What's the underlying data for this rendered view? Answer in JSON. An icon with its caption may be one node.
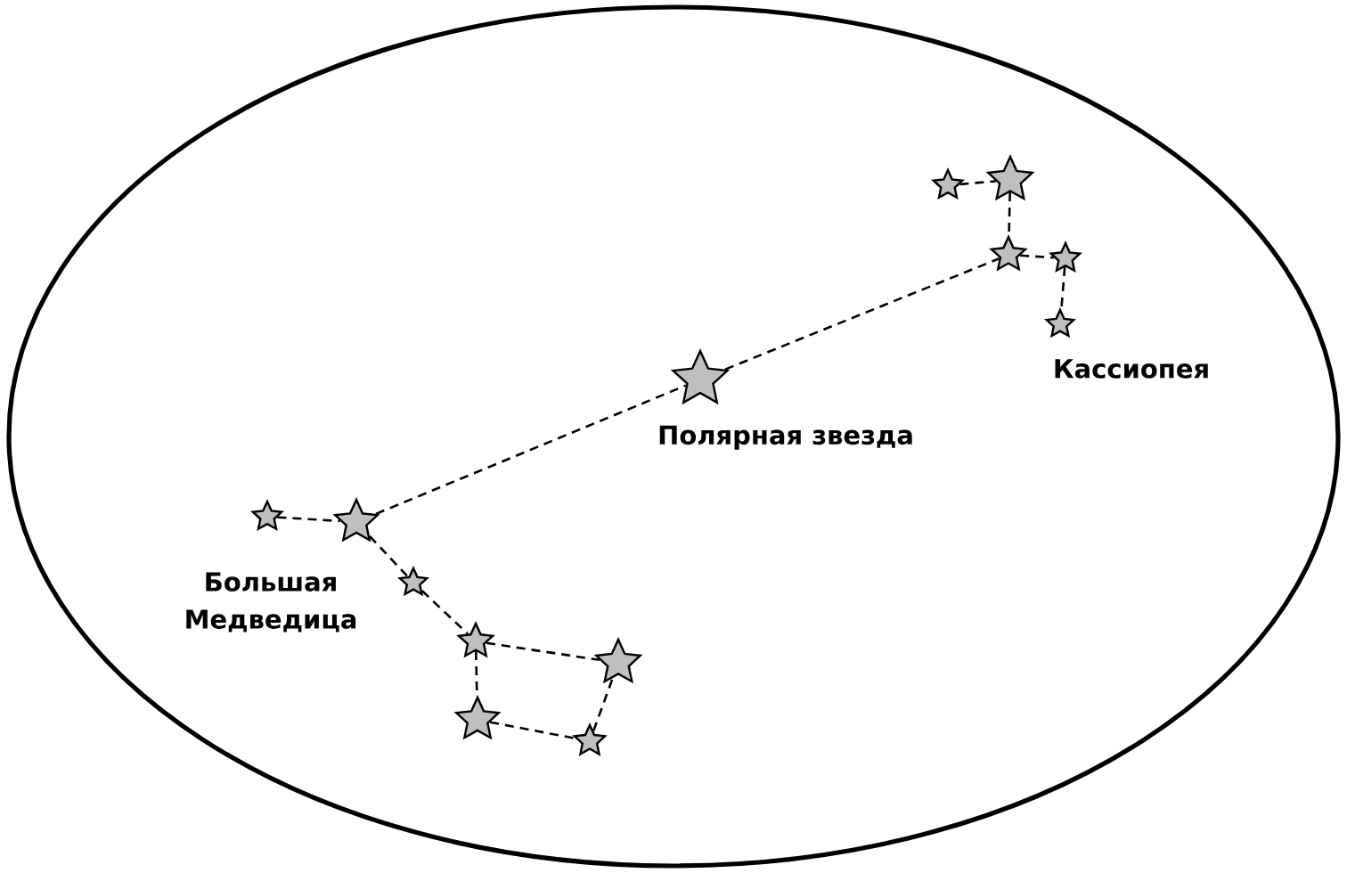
{
  "diagram": {
    "nodes": [
      {
        "text": [],
        "shape": "star"
      },
      {
        "text": [],
        "shape": "star"
      },
      {
        "text": [],
        "shape": "star"
      },
      {
        "text": [],
        "shape": "star"
      },
      {
        "text": [],
        "shape": "star"
      },
      {
        "text": [],
        "shape": "star",
        "beside": [
          "Полярная звезда"
        ]
      },
      {
        "text": [],
        "shape": "star"
      },
      {
        "text": [],
        "shape": "star"
      },
      {
        "text": [],
        "shape": "star"
      },
      {
        "text": [],
        "shape": "star"
      },
      {
        "text": [],
        "shape": "star"
      },
      {
        "text": [],
        "shape": "star"
      },
      {
        "text": [],
        "shape": "star"
      }
    ],
    "edges": [
      {
        "from": 0,
        "to": 1,
        "arrow": "none",
        "style": "dashed"
      },
      {
        "from": 1,
        "to": 2,
        "arrow": "none",
        "style": "dashed"
      },
      {
        "from": 2,
        "to": 3,
        "arrow": "none",
        "style": "dashed"
      },
      {
        "from": 3,
        "to": 4,
        "arrow": "none",
        "style": "dashed"
      },
      {
        "from": 7,
        "to": 5,
        "arrow": "none",
        "style": "dashed"
      },
      {
        "from": 5,
        "to": 2,
        "arrow": "none",
        "style": "dashed"
      },
      {
        "from": 6,
        "to": 7,
        "arrow": "none",
        "style": "dashed"
      },
      {
        "from": 7,
        "to": 8,
        "arrow": "none",
        "style": "dashed"
      },
      {
        "from": 8,
        "to": 9,
        "arrow": "none",
        "style": "dashed"
      },
      {
        "from": 9,
        "to": 10,
        "arrow": "none",
        "style": "dashed"
      },
      {
        "from": 9,
        "to": 11,
        "arrow": "none",
        "style": "dashed"
      },
      {
        "from": 11,
        "to": 12,
        "arrow": "none",
        "style": "dashed"
      },
      {
        "from": 12,
        "to": 10,
        "arrow": "none",
        "style": "dashed"
      }
    ],
    "labels": [
      "Кассиопея",
      "Большая Медведица"
    ]
  }
}
